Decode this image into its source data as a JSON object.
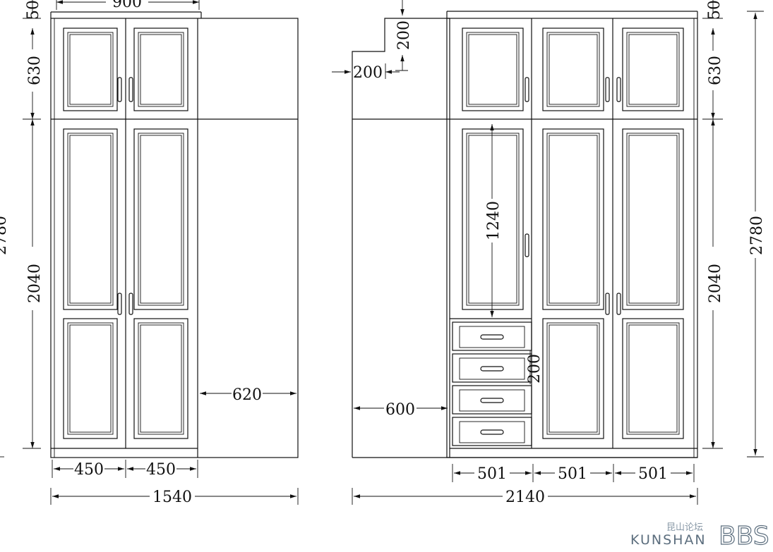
{
  "left_elevation": {
    "dims": {
      "top_width": "900",
      "top_strip": "50",
      "upper_height": "630",
      "total_height": "2780",
      "lower_height": "2040",
      "door_width_1": "450",
      "door_width_2": "450",
      "side_depth": "620",
      "overall_width": "1540"
    }
  },
  "right_elevation": {
    "dims": {
      "step_height": "200",
      "step_width": "200",
      "top_strip": "50",
      "upper_height": "630",
      "glass_height": "1240",
      "drawer_height": "200",
      "side_depth": "600",
      "lower_height": "2040",
      "total_height": "2780",
      "door_width_1": "501",
      "door_width_2": "501",
      "door_width_3": "501",
      "overall_width": "2140"
    }
  },
  "watermark": {
    "cn": "昆山论坛",
    "en": "KUNSHAN",
    "logo": "BBS"
  }
}
